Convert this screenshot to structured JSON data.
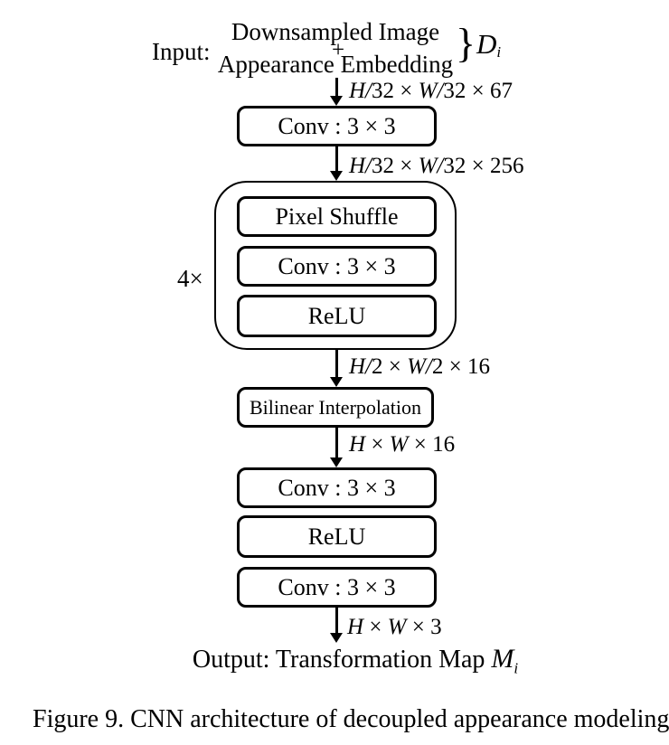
{
  "diagram": {
    "input": {
      "prefix": "Input:",
      "line1": "Downsampled Image",
      "plus": "+",
      "line2": "Appearance Embedding",
      "brace": "}",
      "symbol": "D",
      "symbol_sub": "i"
    },
    "loop_label": "4×",
    "blocks": {
      "conv1": "Conv : 3 × 3",
      "pixel_shuffle": "Pixel Shuffle",
      "conv_loop": "Conv : 3 × 3",
      "relu_loop": "ReLU",
      "bilinear": "Bilinear Interpolation",
      "conv2": "Conv : 3 × 3",
      "relu2": "ReLU",
      "conv3": "Conv : 3 × 3"
    },
    "dims": {
      "d1": [
        [
          "H/",
          1
        ],
        [
          "32",
          0
        ],
        [
          " × ",
          0
        ],
        [
          "W/",
          1
        ],
        [
          "32",
          0
        ],
        [
          " × ",
          0
        ],
        [
          "67",
          0
        ]
      ],
      "d2": [
        [
          "H/",
          1
        ],
        [
          "32",
          0
        ],
        [
          " × ",
          0
        ],
        [
          "W/",
          1
        ],
        [
          "32",
          0
        ],
        [
          " × ",
          0
        ],
        [
          "256",
          0
        ]
      ],
      "d3": [
        [
          "H/",
          1
        ],
        [
          "2",
          0
        ],
        [
          " × ",
          0
        ],
        [
          "W/",
          1
        ],
        [
          "2",
          0
        ],
        [
          " × ",
          0
        ],
        [
          "16",
          0
        ]
      ],
      "d4": [
        [
          "H",
          1
        ],
        [
          " × ",
          0
        ],
        [
          "W",
          1
        ],
        [
          " × ",
          0
        ],
        [
          "16",
          0
        ]
      ],
      "d5": [
        [
          "H",
          1
        ],
        [
          " × ",
          0
        ],
        [
          "W",
          1
        ],
        [
          " × ",
          0
        ],
        [
          "3",
          0
        ]
      ]
    },
    "output": {
      "prefix": "Output: Transformation Map ",
      "symbol": "M",
      "symbol_sub": "i"
    },
    "caption": "Figure 9. CNN architecture of decoupled appearance modeling"
  },
  "colors": {
    "ink": "#000000",
    "background": "#ffffff"
  }
}
